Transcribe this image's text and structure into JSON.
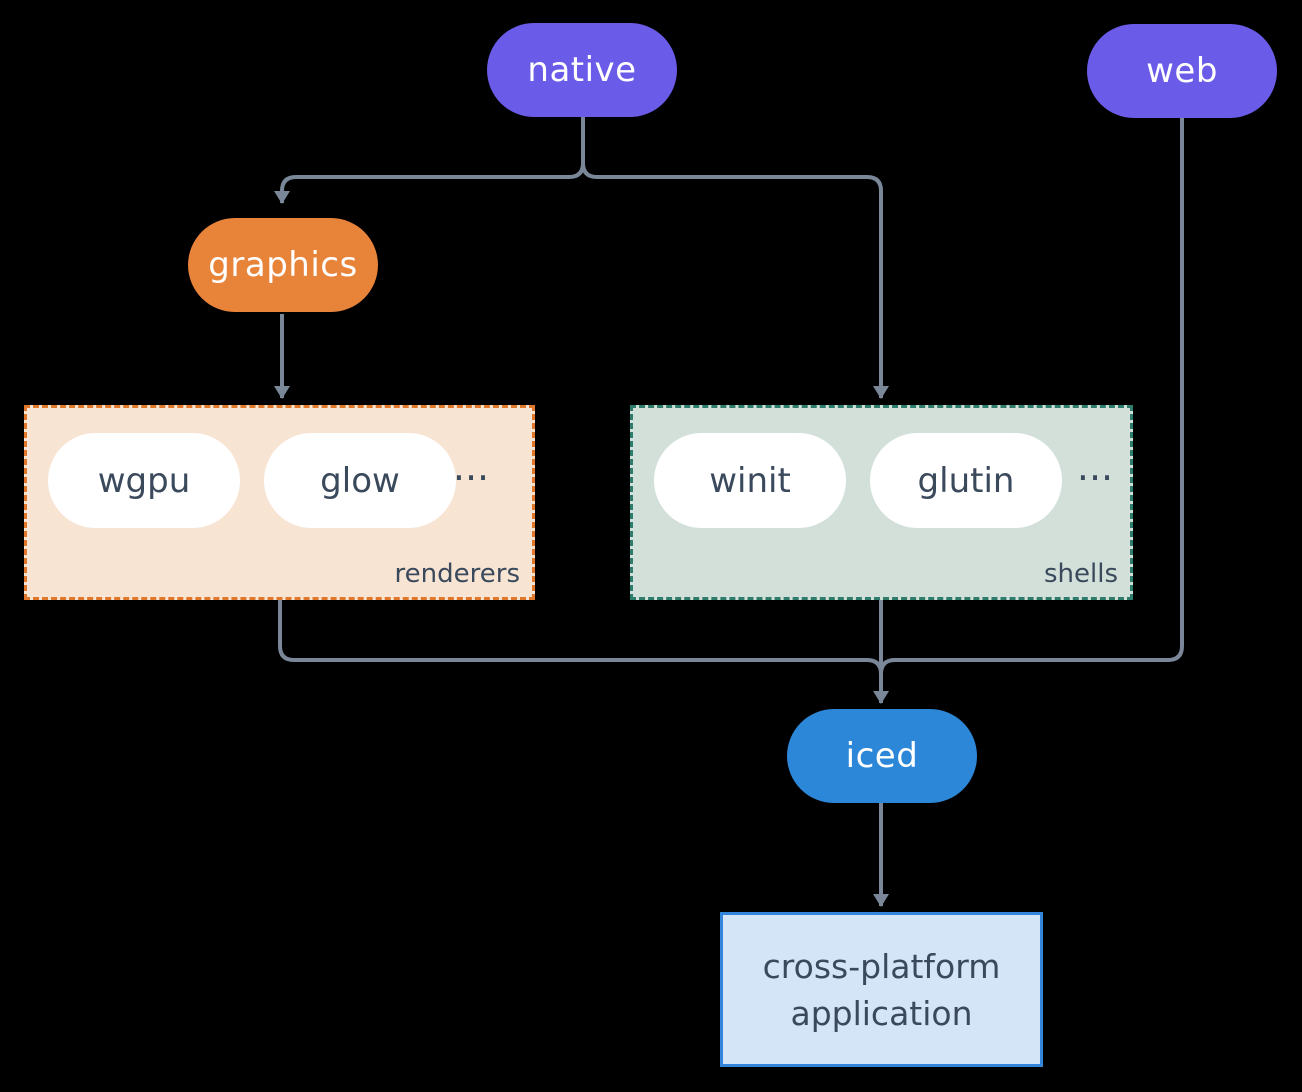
{
  "canvas": {
    "background": "#000000",
    "line_color": "#7A8799"
  },
  "nodes": {
    "native": {
      "label": "native",
      "color": "#6A5CE8",
      "text_color": "#FFFFFF"
    },
    "web": {
      "label": "web",
      "color": "#6A5CE8",
      "text_color": "#FFFFFF"
    },
    "graphics": {
      "label": "graphics",
      "color": "#E8833A",
      "text_color": "#FFFFFF"
    },
    "iced": {
      "label": "iced",
      "color": "#2D87D8",
      "text_color": "#FFFFFF"
    },
    "app": {
      "label_line1": "cross-platform",
      "label_line2": "application",
      "fill": "#D4E5F7",
      "border": "#3385DB",
      "text_color": "#3A4A5C"
    }
  },
  "groups": {
    "renderers": {
      "label": "renderers",
      "items": [
        "wgpu",
        "glow"
      ],
      "ellipsis": "...",
      "fill": "#F8E4D3",
      "border": "#E0772B",
      "item_text_color": "#3A4A5C"
    },
    "shells": {
      "label": "shells",
      "items": [
        "winit",
        "glutin"
      ],
      "ellipsis": "...",
      "fill": "#D2E0D9",
      "border": "#2E7D6C",
      "item_text_color": "#3A4A5C"
    }
  }
}
